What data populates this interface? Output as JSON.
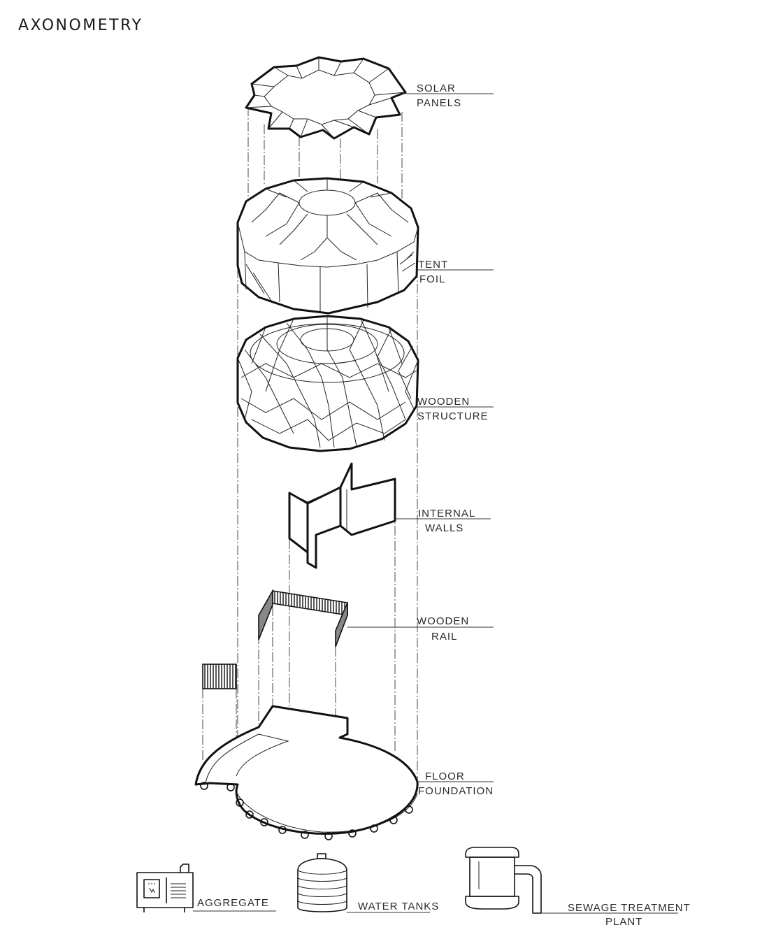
{
  "title": "AXONOMETRY",
  "layers": [
    {
      "line1": "SOLAR",
      "line2": "PANELS"
    },
    {
      "line1": "TENT",
      "line2": "FOIL"
    },
    {
      "line1": "WOODEN",
      "line2": "STRUCTURE"
    },
    {
      "line1": "INTERNAL",
      "line2": "WALLS"
    },
    {
      "line1": "WOODEN",
      "line2": "RAIL"
    },
    {
      "line1": "FLOOR",
      "line2": "FOUNDATION"
    }
  ],
  "equipment": [
    {
      "label": "AGGREGATE"
    },
    {
      "label": "WATER TANKS"
    },
    {
      "line1": "SEWAGE TREATMENT",
      "line2": "PLANT"
    }
  ]
}
